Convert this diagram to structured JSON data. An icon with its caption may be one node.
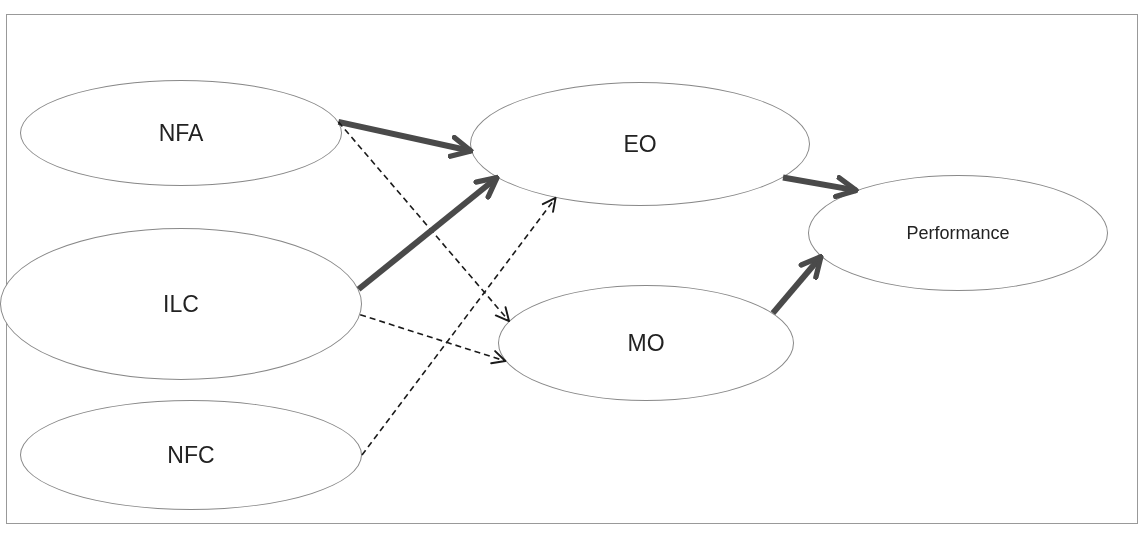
{
  "diagram": {
    "nodes": [
      {
        "text": [
          "NFA"
        ]
      },
      {
        "text": [
          "EO"
        ]
      },
      {
        "text": [
          "Performance"
        ]
      },
      {
        "text": [
          "ILC"
        ]
      },
      {
        "text": [
          "MO"
        ]
      },
      {
        "text": [
          "NFC"
        ]
      }
    ],
    "edges": [
      {
        "from": 0,
        "to": 1,
        "arrow": "to"
      },
      {
        "from": 0,
        "to": 4,
        "arrow": "to",
        "style": "dashed",
        "color": "#1a1a1a"
      },
      {
        "from": 3,
        "to": 1,
        "arrow": "to"
      },
      {
        "from": 3,
        "to": 4,
        "arrow": "to",
        "style": "dashed",
        "color": "#1a1a1a"
      },
      {
        "from": 5,
        "to": 1,
        "arrow": "to",
        "style": "dashed",
        "color": "#1a1a1a"
      },
      {
        "from": 1,
        "to": 2,
        "arrow": "to"
      },
      {
        "from": 4,
        "to": 2,
        "arrow": "to"
      }
    ]
  }
}
